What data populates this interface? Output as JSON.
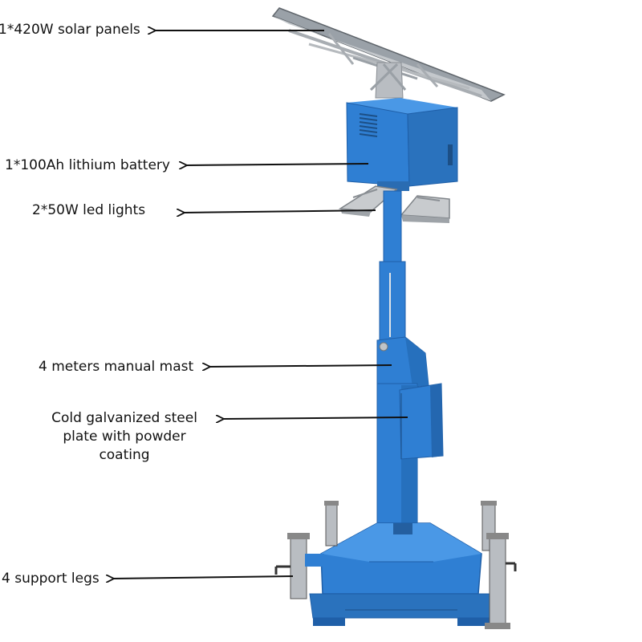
{
  "labels": {
    "solar_panels": "1*420W solar panels",
    "battery": "1*100Ah lithium battery",
    "led_lights": "2*50W led lights",
    "mast": "4 meters manual mast",
    "steel_plate": {
      "line1": "Cold galvanized steel",
      "line2": "plate with powder",
      "line3": "coating"
    },
    "support_legs": "4 support legs"
  },
  "colors": {
    "body_blue": "#2f7fd3",
    "dark_blue": "#1f5fa8",
    "light_blue": "#4a98e6",
    "steel_gray": "#b9bdc2",
    "panel_gray": "#8d949c",
    "arrow": "#111111"
  }
}
